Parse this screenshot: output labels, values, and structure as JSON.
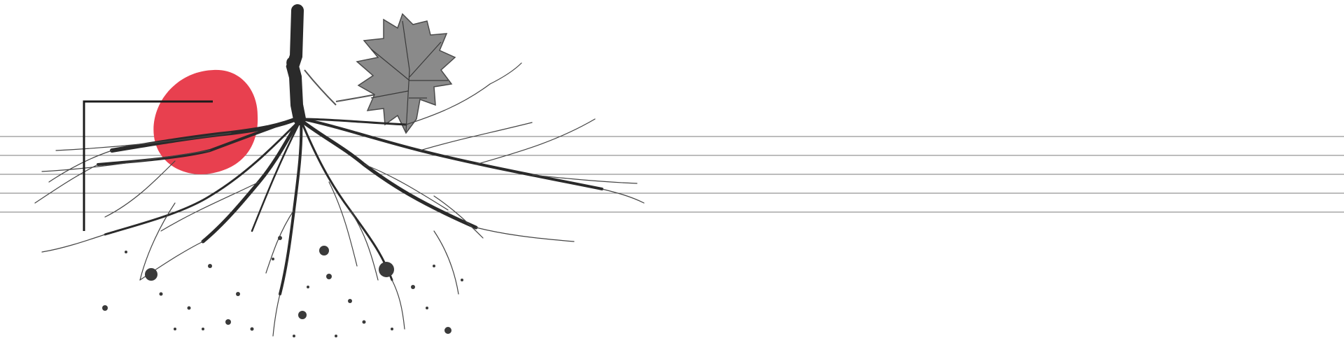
{
  "colors": {
    "accent": "#e8404f",
    "line": "#7a7a7a",
    "ink": "#1b1b1b",
    "root": "#2a2a2a",
    "leaf": "#8a8a8a",
    "background": "#ffffff"
  },
  "icons": {
    "vine": "grapevine-roots-illustration",
    "leaf": "grape-leaf-icon",
    "blob": "red-blob-shape",
    "bracket": "corner-bracket-shape"
  }
}
